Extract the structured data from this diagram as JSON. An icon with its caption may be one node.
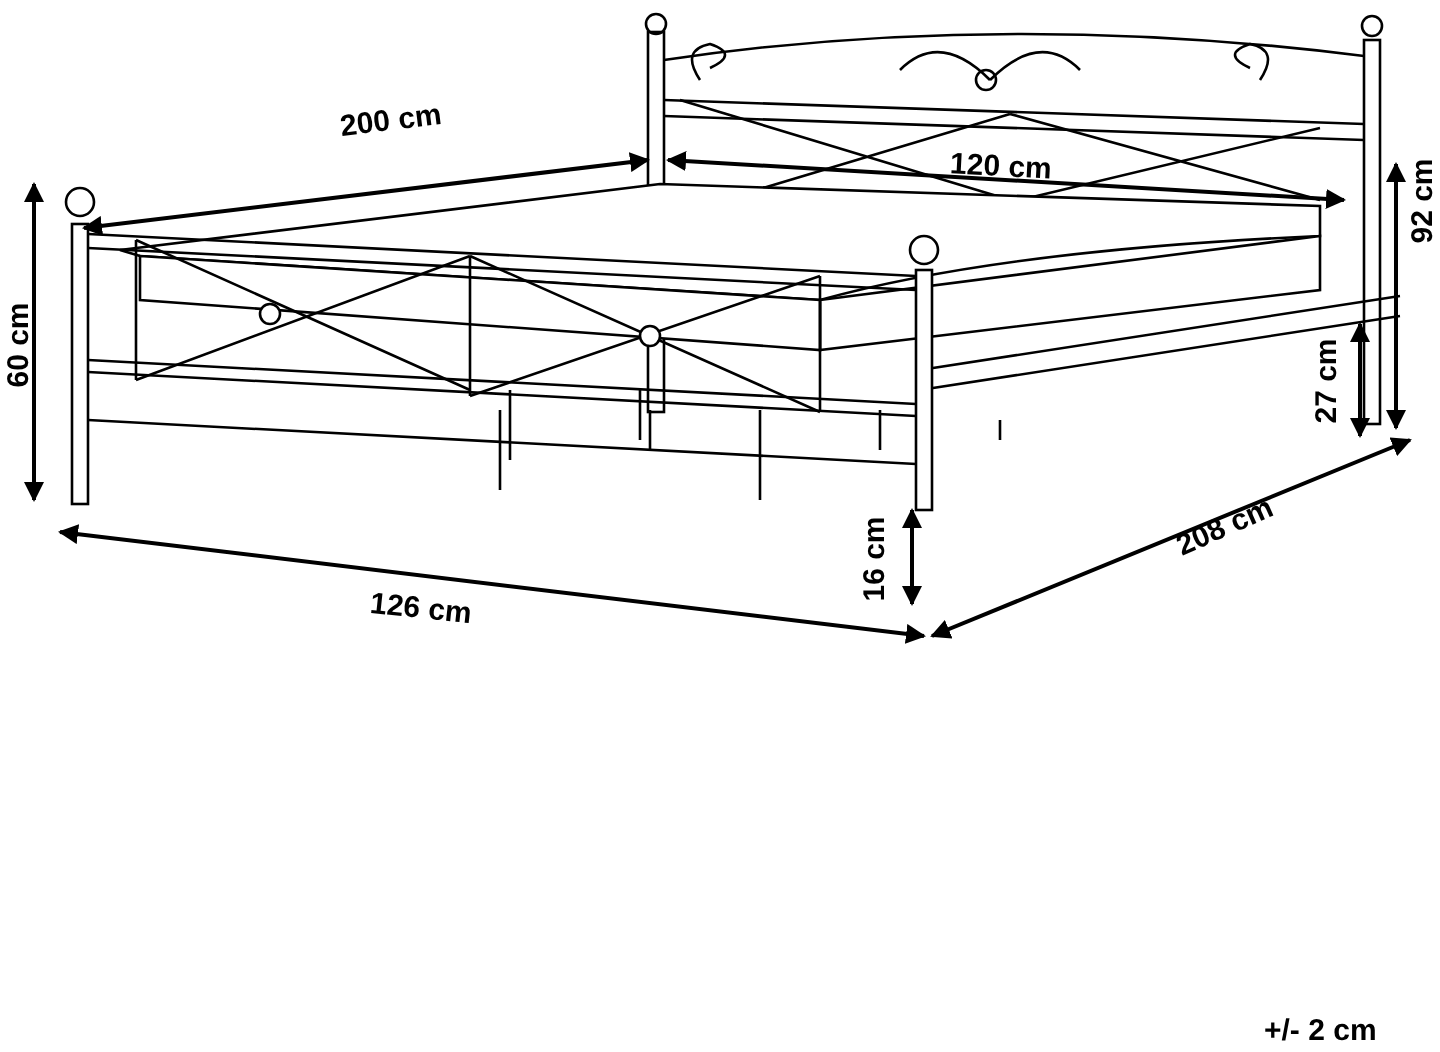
{
  "diagram": {
    "labels": [
      "200 cm",
      "120 cm",
      "60 cm",
      "92 cm",
      "27 cm",
      "16 cm",
      "126 cm",
      "208 cm",
      "+/- 2 cm"
    ]
  }
}
